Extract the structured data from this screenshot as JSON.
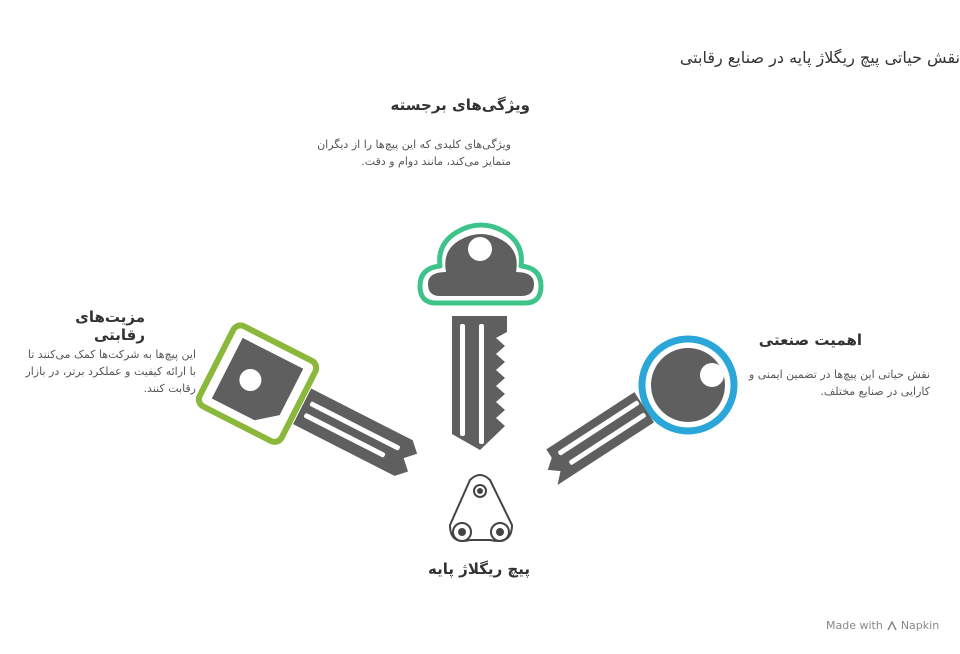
{
  "title": "نقش حیاتی پیچ ریگلاژ پایه در صنایع رقابتی",
  "center": {
    "label": "پیچ ریگلاژ پایه",
    "icon": "gear-pulley-icon"
  },
  "sections": {
    "top": {
      "heading": "ویژگی‌های برجسته",
      "description": "ویژگی‌های کلیدی که این پیچ‌ها را از دیگران متمایز می‌کند، مانند دوام و دقت.",
      "key_icon": "key-icon",
      "accent": "#3ec48a"
    },
    "left": {
      "heading": "مزیت‌های رقابتی",
      "description": "این پیچ‌ها به شرکت‌ها کمک می‌کنند تا با ارائه کیفیت و عملکرد برتر، در بازار رقابت کنند.",
      "key_icon": "key-icon",
      "accent": "#8ab83a"
    },
    "right": {
      "heading": "اهمیت صنعتی",
      "description": "نقش حیاتی این پیچ‌ها در تضمین ایمنی و کارایی در صنایع مختلف.",
      "key_icon": "key-icon",
      "accent": "#2ba6d9"
    }
  },
  "colors": {
    "key_body": "#5f5f5f",
    "text": "#333333"
  },
  "footer": {
    "made_with": "Made with",
    "brand": "Napkin",
    "icon": "napkin-logo-icon"
  }
}
